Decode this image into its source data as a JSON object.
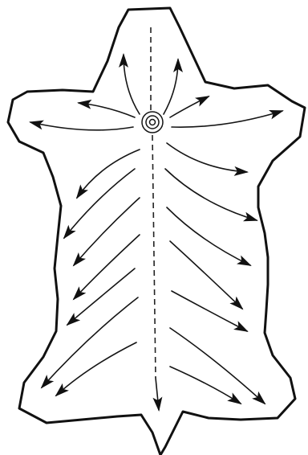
{
  "figure": {
    "colors": {
      "ink": "#111111",
      "background": "#ffffff"
    },
    "elements": {
      "outline": "hide-outline",
      "midline": "dashed-midline",
      "whorl": "hair-whorl-icon",
      "arrows": "flow-arrow"
    }
  }
}
